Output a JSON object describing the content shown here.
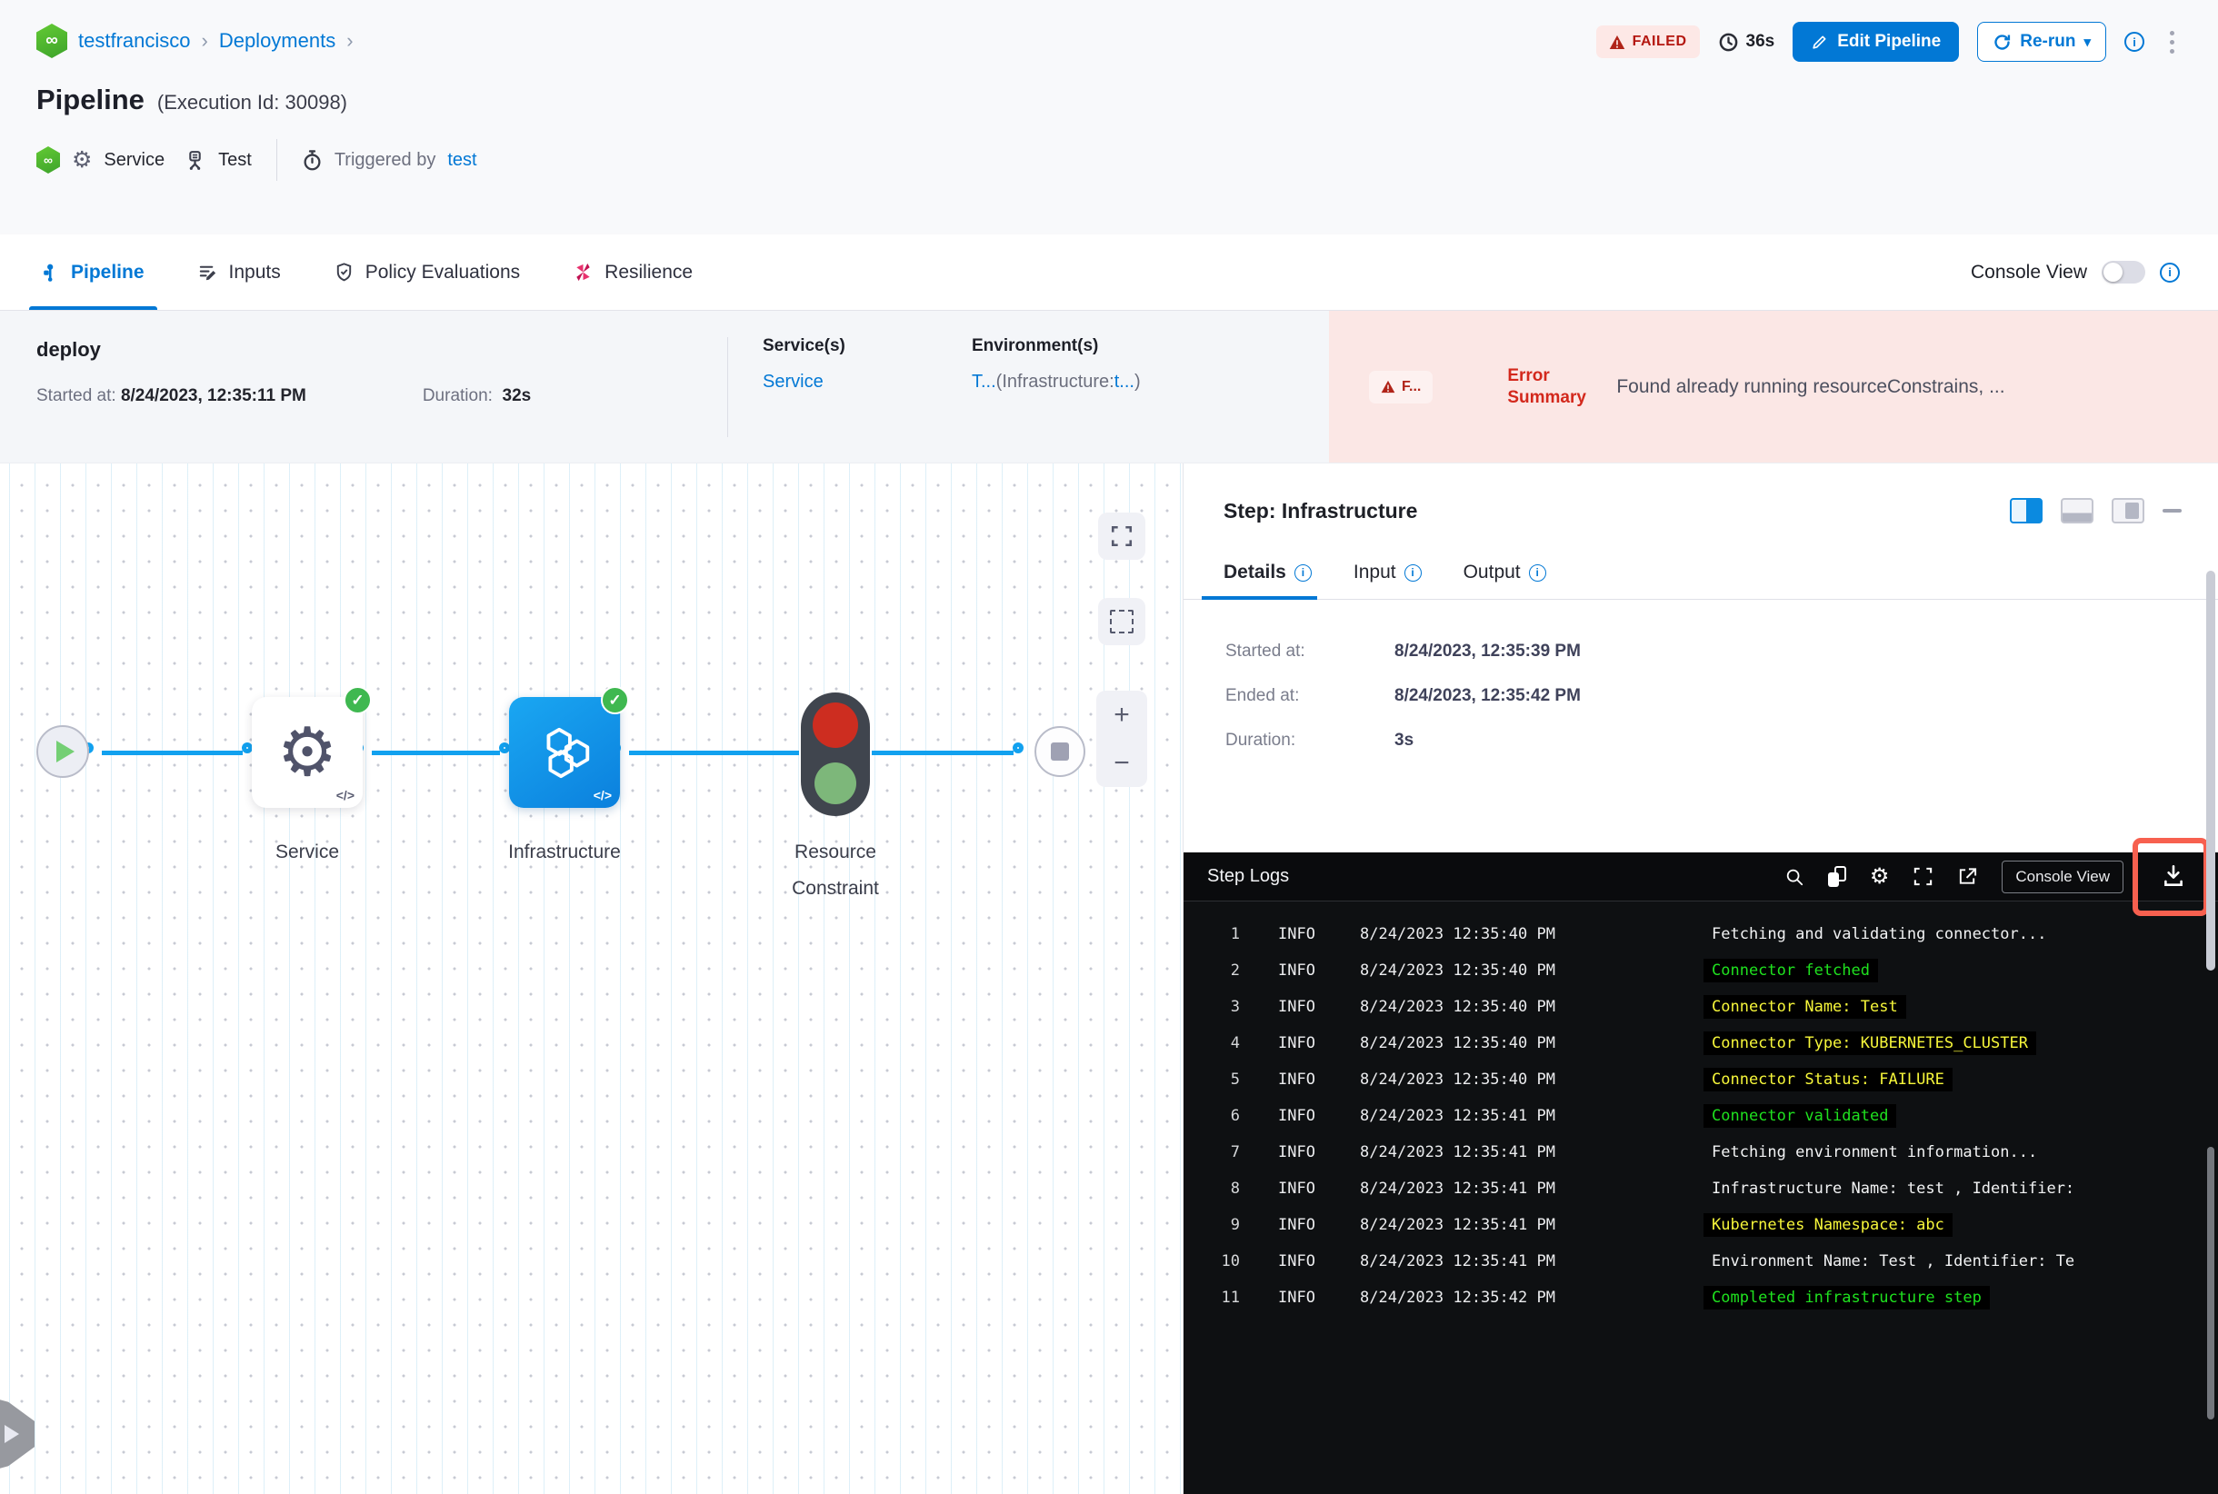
{
  "breadcrumb": {
    "app_label": "testfrancisco",
    "section_label": "Deployments"
  },
  "header": {
    "title": "Pipeline",
    "execution_id": "(Execution Id: 30098)",
    "status_badge": "FAILED",
    "elapsed": "36s",
    "edit_pipeline_label": "Edit Pipeline",
    "rerun_label": "Re-run",
    "service_label": "Service",
    "environment_label": "Test",
    "triggered_by_label": "Triggered by",
    "triggered_by_user": "test"
  },
  "tabs": {
    "pipeline": "Pipeline",
    "inputs": "Inputs",
    "policy": "Policy Evaluations",
    "resilience": "Resilience",
    "console_view_label": "Console View"
  },
  "stage": {
    "name": "deploy",
    "started_label": "Started at:",
    "started_value": "8/24/2023, 12:35:11 PM",
    "duration_label": "Duration:",
    "duration_value": "32s",
    "services_label": "Service(s)",
    "services_value": "Service",
    "environments_label": "Environment(s)",
    "environment_link_1": "T...",
    "environment_infra_prefix": "(Infrastructure:",
    "environment_link_2": "t...",
    "environment_suffix": ")",
    "error_badge": "F...",
    "error_label": "Error Summary",
    "error_message": "Found already running resourceConstrains, ..."
  },
  "canvas": {
    "node_service_label": "Service",
    "node_infra_label": "Infrastructure",
    "node_rc_label": "Resource Constraint",
    "code_badge": "</>",
    "zoom_in": "+",
    "zoom_out": "−",
    "check_glyph": "✓"
  },
  "step_panel": {
    "title": "Step: Infrastructure",
    "tab_details": "Details",
    "tab_input": "Input",
    "tab_output": "Output",
    "details": [
      {
        "label": "Started at:",
        "value": "8/24/2023, 12:35:39 PM"
      },
      {
        "label": "Ended at:",
        "value": "8/24/2023, 12:35:42 PM"
      },
      {
        "label": "Duration:",
        "value": "3s"
      }
    ]
  },
  "logs": {
    "title": "Step Logs",
    "console_view_label": "Console View",
    "lines": [
      {
        "num": "1",
        "level": "INFO",
        "time": "8/24/2023 12:35:40 PM",
        "msg": "Fetching and validating connector...",
        "color": "white"
      },
      {
        "num": "2",
        "level": "INFO",
        "time": "8/24/2023 12:35:40 PM",
        "msg": "Connector fetched",
        "color": "green"
      },
      {
        "num": "3",
        "level": "INFO",
        "time": "8/24/2023 12:35:40 PM",
        "msg": "Connector Name: Test",
        "color": "yellow"
      },
      {
        "num": "4",
        "level": "INFO",
        "time": "8/24/2023 12:35:40 PM",
        "msg": "Connector Type: KUBERNETES_CLUSTER",
        "color": "yellow"
      },
      {
        "num": "5",
        "level": "INFO",
        "time": "8/24/2023 12:35:40 PM",
        "msg": "Connector Status: FAILURE",
        "color": "yellow"
      },
      {
        "num": "6",
        "level": "INFO",
        "time": "8/24/2023 12:35:41 PM",
        "msg": "Connector validated",
        "color": "green"
      },
      {
        "num": "7",
        "level": "INFO",
        "time": "8/24/2023 12:35:41 PM",
        "msg": "Fetching environment information...",
        "color": "white"
      },
      {
        "num": "8",
        "level": "INFO",
        "time": "8/24/2023 12:35:41 PM",
        "msg": "Infrastructure Name: test , Identifier:",
        "color": "white"
      },
      {
        "num": "9",
        "level": "INFO",
        "time": "8/24/2023 12:35:41 PM",
        "msg": "Kubernetes Namespace: abc",
        "color": "yellow"
      },
      {
        "num": "10",
        "level": "INFO",
        "time": "8/24/2023 12:35:41 PM",
        "msg": "Environment Name: Test , Identifier: Te",
        "color": "white"
      },
      {
        "num": "11",
        "level": "INFO",
        "time": "8/24/2023 12:35:42 PM",
        "msg": "Completed infrastructure step",
        "color": "green"
      }
    ]
  },
  "colors": {
    "accent_blue": "#0278d5",
    "failed_red": "#b41710",
    "error_band_bg": "#fbe7e5",
    "success_green": "#3fb850",
    "node_blue": "#0f96ea",
    "log_green": "#1fe11f",
    "log_yellow": "#f6f63a",
    "download_highlight": "#f7604f"
  }
}
